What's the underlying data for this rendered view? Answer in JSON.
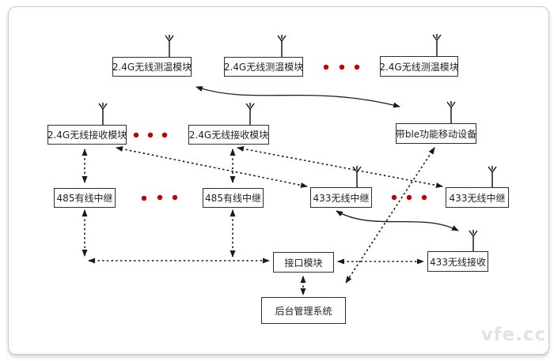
{
  "watermark": "vfe.cc",
  "colors": {
    "dot_red": "#c00000",
    "line": "#1a1a1a",
    "node_border": "#2e2e2e",
    "card_border": "#c9c9c9"
  },
  "nodes": {
    "temp1": {
      "label": "2.4G无线测温模块"
    },
    "temp2": {
      "label": "2.4G无线测温模块"
    },
    "temp3": {
      "label": "2.4G无线测温模块"
    },
    "recv1": {
      "label": "2.4G无线接收模块"
    },
    "recv2": {
      "label": "2.4G无线接收模块"
    },
    "ble": {
      "label": "带ble功能移动设备"
    },
    "wired485_1": {
      "label": "485有线中继"
    },
    "wired485_2": {
      "label": "485有线中继"
    },
    "relay433_1": {
      "label": "433无线中继"
    },
    "relay433_2": {
      "label": "433无线中继"
    },
    "interface": {
      "label": "接口模块"
    },
    "recv433": {
      "label": "433无线接收"
    },
    "backend": {
      "label": "后台管理系统"
    }
  }
}
